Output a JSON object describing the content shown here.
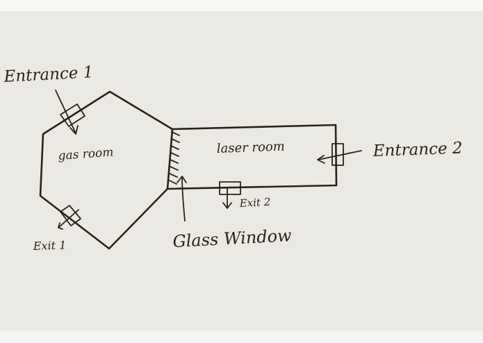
{
  "rooms": {
    "gas_room": "gas room",
    "laser_room": "laser room"
  },
  "openings": {
    "entrance_1": "Entrance 1",
    "entrance_2": "Entrance 2",
    "exit_1": "Exit 1",
    "exit_2": "Exit 2"
  },
  "window_label": "Glass Window",
  "colors": {
    "paper": "#eae9e4",
    "ink": "#2b2118"
  }
}
